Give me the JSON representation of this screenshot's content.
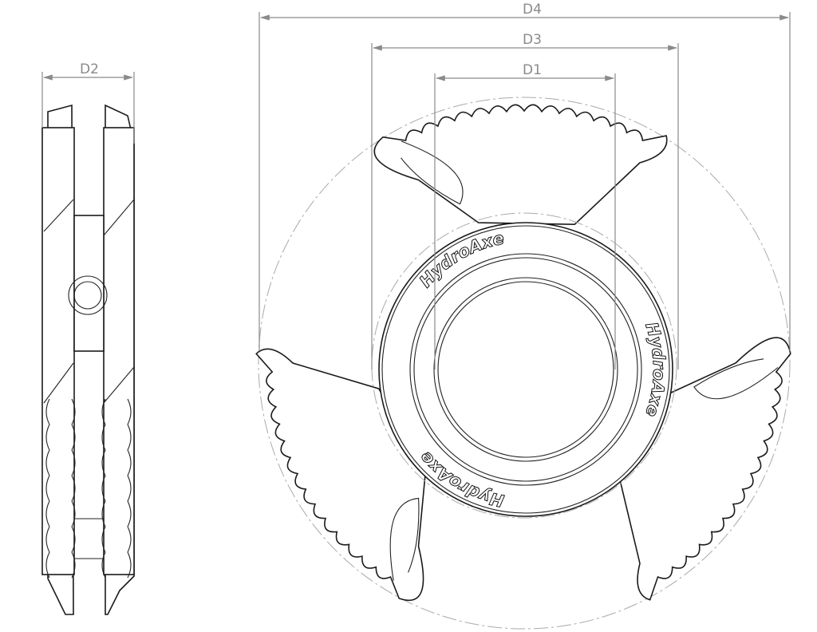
{
  "dimensions": {
    "d1": "D1",
    "d2": "D2",
    "d3": "D3",
    "d4": "D4"
  },
  "brand": {
    "top": "HydroAxe",
    "right": "HydroAxe",
    "left": "HydroAxe"
  }
}
